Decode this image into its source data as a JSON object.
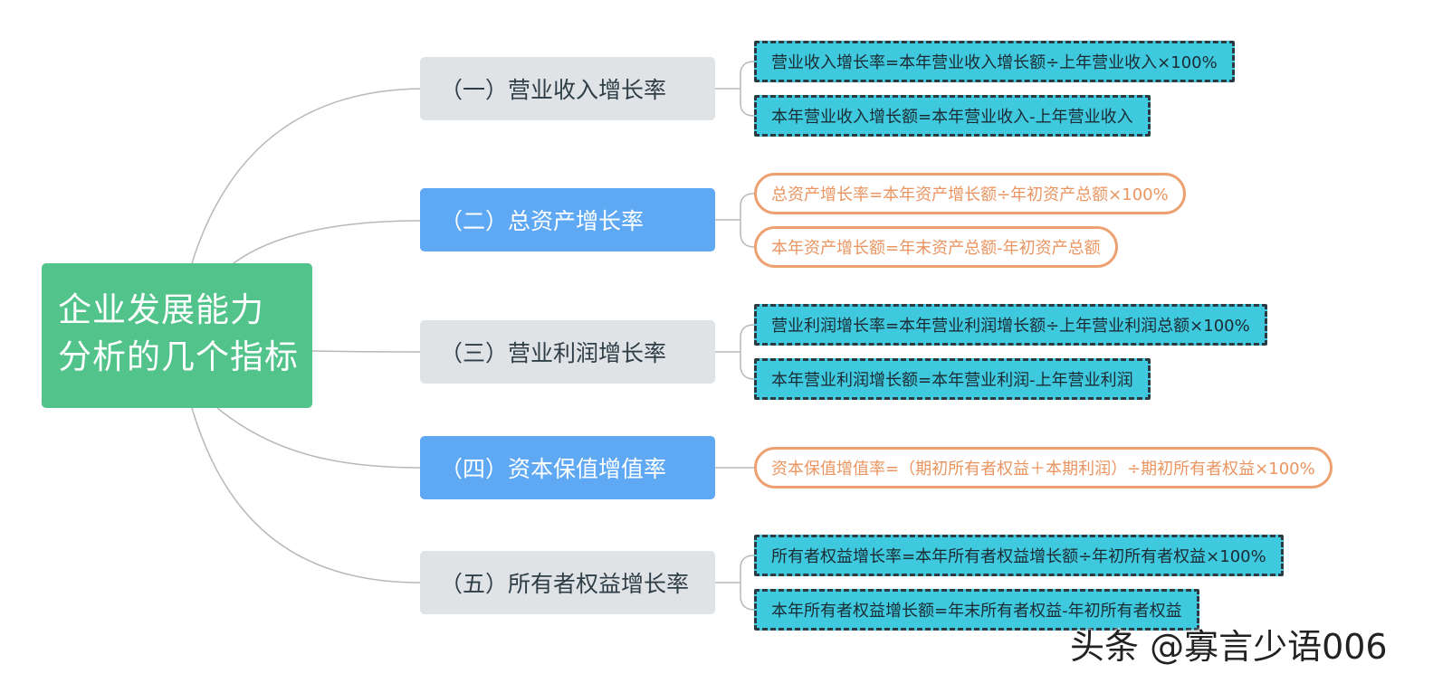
{
  "root": {
    "line1": "企业发展能力",
    "line2": "分析的几个指标"
  },
  "branches": [
    {
      "label": "（一）营业收入增长率",
      "leaves": [
        "营业收入增长率=本年营业收入增长额÷上年营业收入×100%",
        "本年营业收入增长额=本年营业收入-上年营业收入"
      ]
    },
    {
      "label": "（二）总资产增长率",
      "leaves": [
        "总资产增长率=本年资产增长额÷年初资产总额×100%",
        "本年资产增长额=年末资产总额-年初资产总额"
      ]
    },
    {
      "label": "（三）营业利润增长率",
      "leaves": [
        "营业利润增长率=本年营业利润增长额÷上年营业利润总额×100%",
        "本年营业利润增长额=本年营业利润-上年营业利润"
      ]
    },
    {
      "label": "（四）资本保值增值率",
      "leaves": [
        "资本保值增值率=（期初所有者权益＋本期利润）÷期初所有者权益×100%"
      ]
    },
    {
      "label": "（五）所有者权益增长率",
      "leaves": [
        "所有者权益增长率=本年所有者权益增长额÷年初所有者权益×100%",
        "本年所有者权益增长额=年末所有者权益-年初所有者权益"
      ]
    }
  ],
  "watermark": "头条 @寡言少语006",
  "colors": {
    "root": "#52c38a",
    "branch_gray": "#dfe3e6",
    "branch_blue": "#5ea8f4",
    "leaf_teal": "#3ec9de",
    "leaf_orange": "#ea9561",
    "connector": "#b8b8b8"
  }
}
